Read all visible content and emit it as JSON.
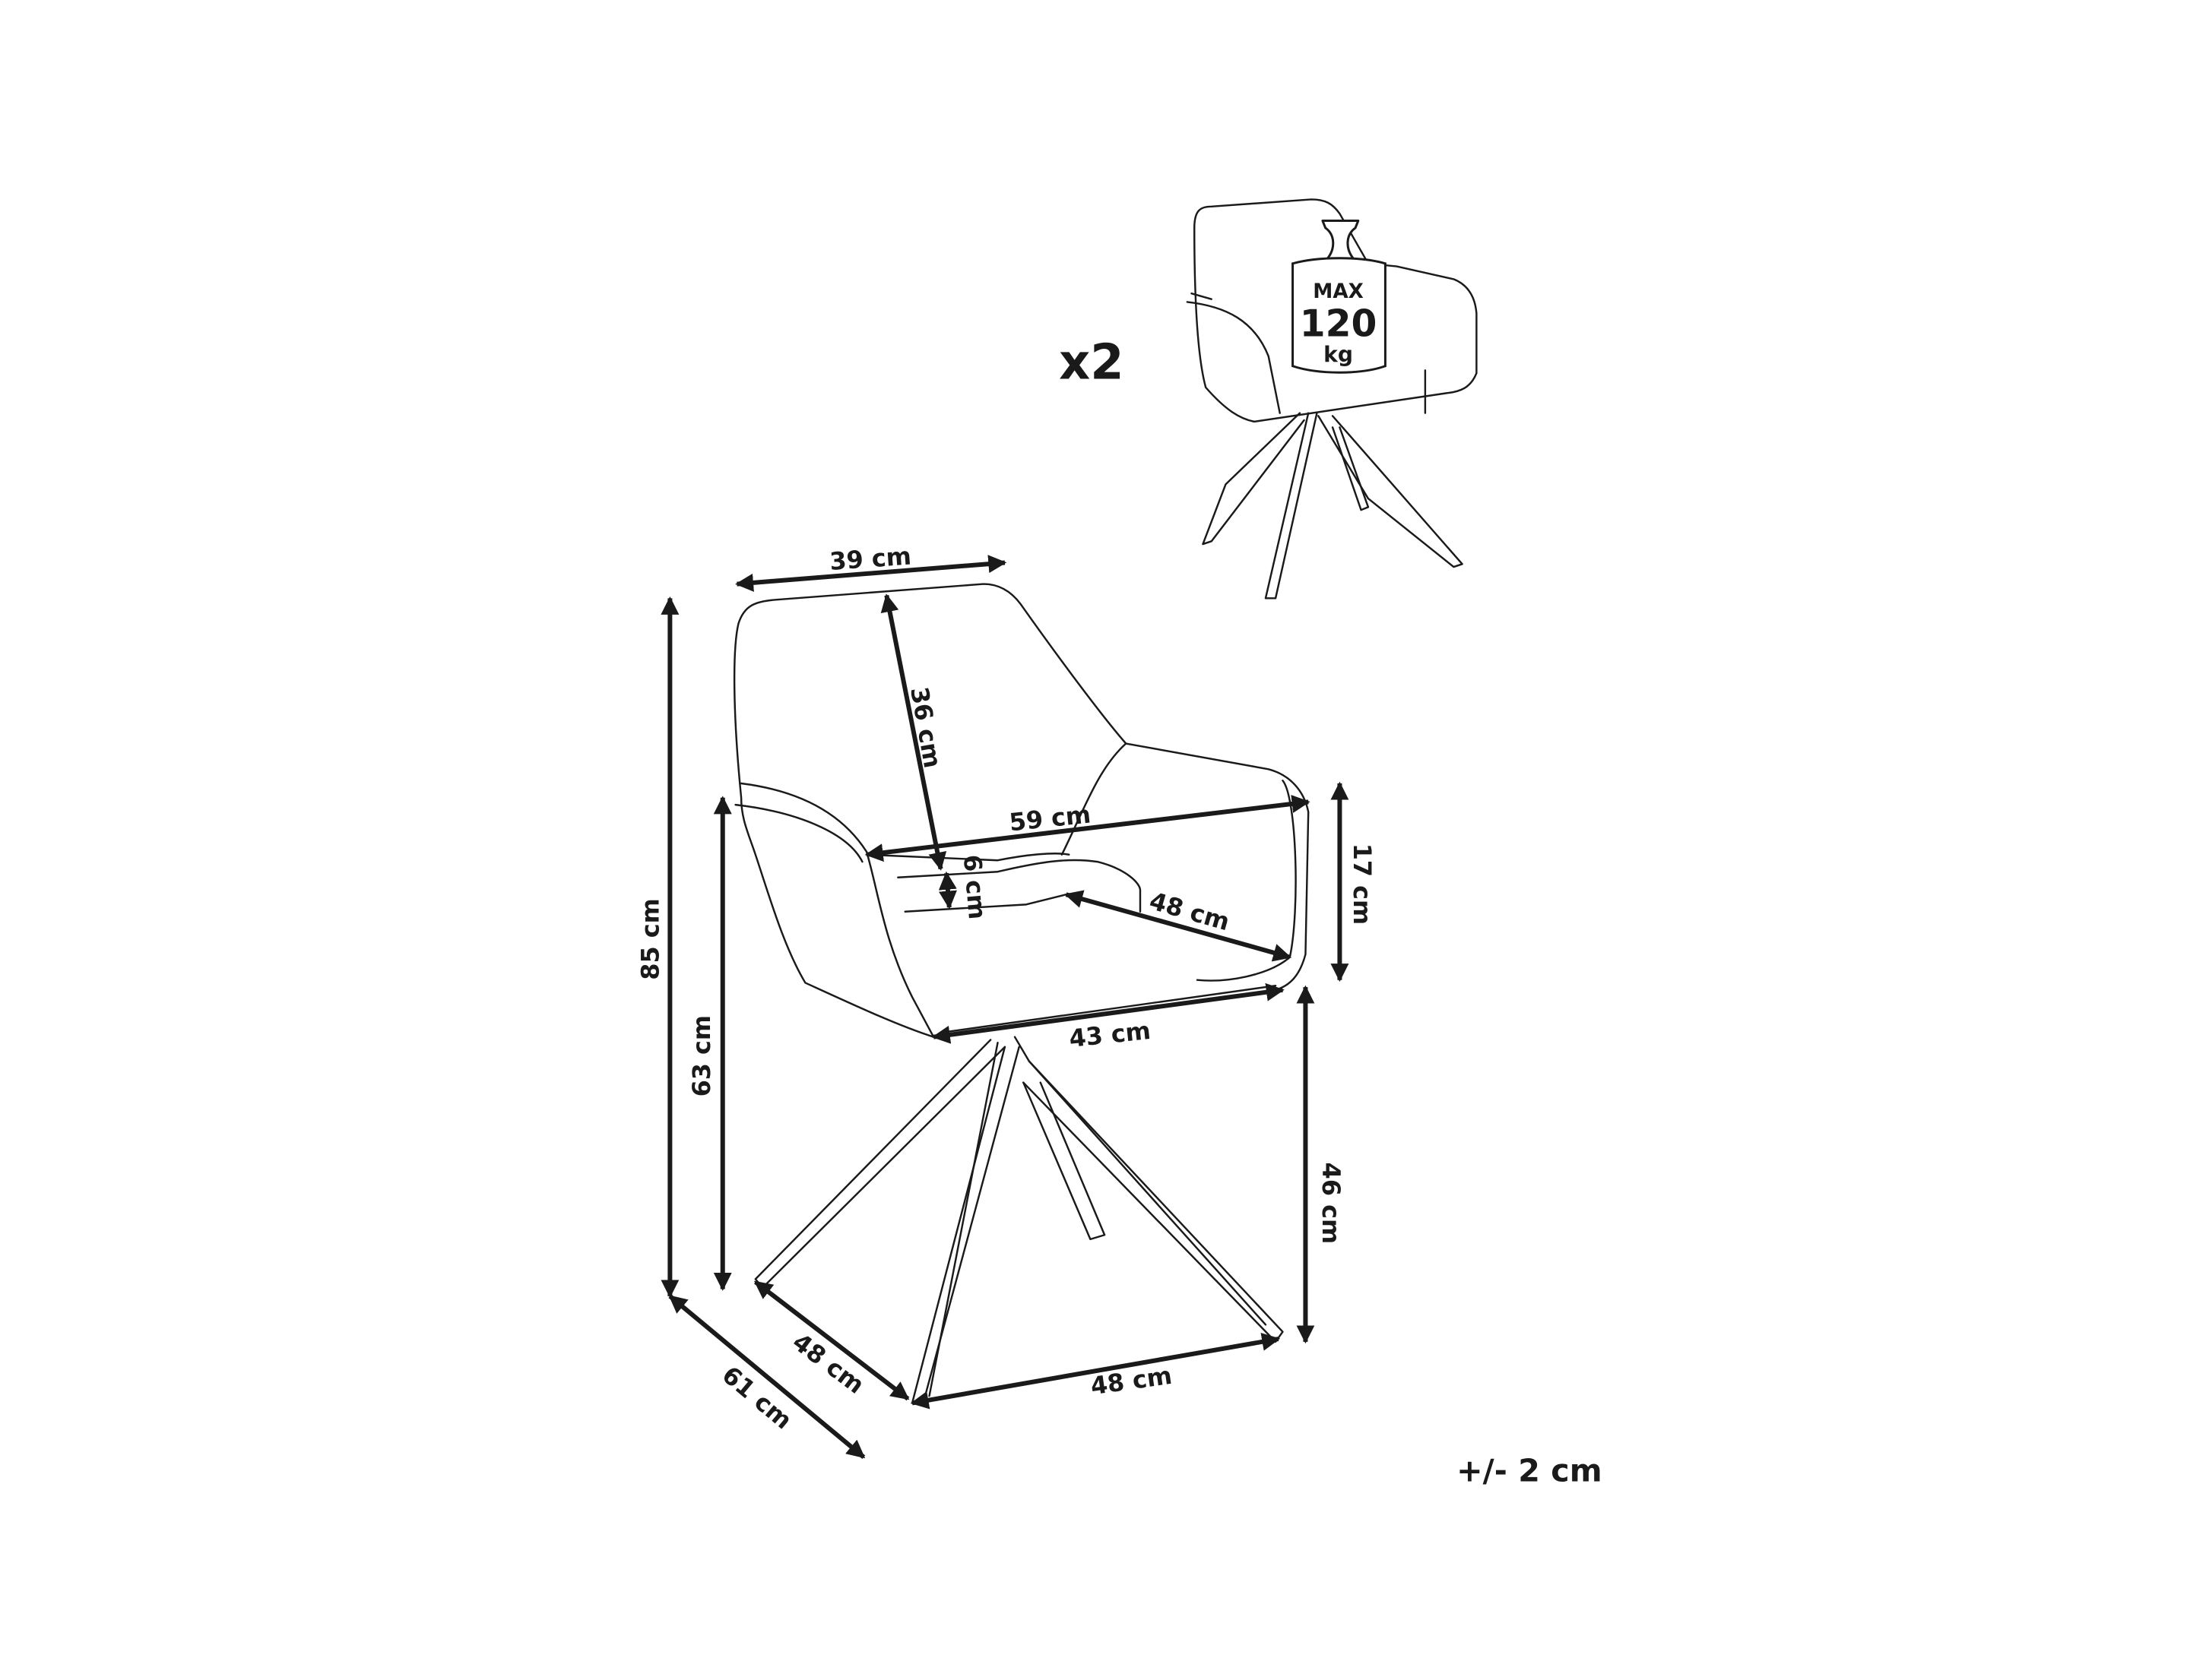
{
  "quantity": "x2",
  "weight_badge": {
    "line1": "MAX",
    "line2": "120",
    "line3": "kg"
  },
  "dimensions": {
    "backrest_width": "39 cm",
    "backrest_height": "36 cm",
    "overall_width": "59 cm",
    "armrest_thickness": "6 cm",
    "seat_depth": "48 cm",
    "armrest_height": "17 cm",
    "seat_width": "43 cm",
    "total_height": "85 cm",
    "armrest_floor_height": "63 cm",
    "seat_height": "46 cm",
    "base_depth": "48 cm",
    "base_width": "48 cm",
    "total_depth": "61 cm"
  },
  "tolerance": "+/- 2 cm"
}
